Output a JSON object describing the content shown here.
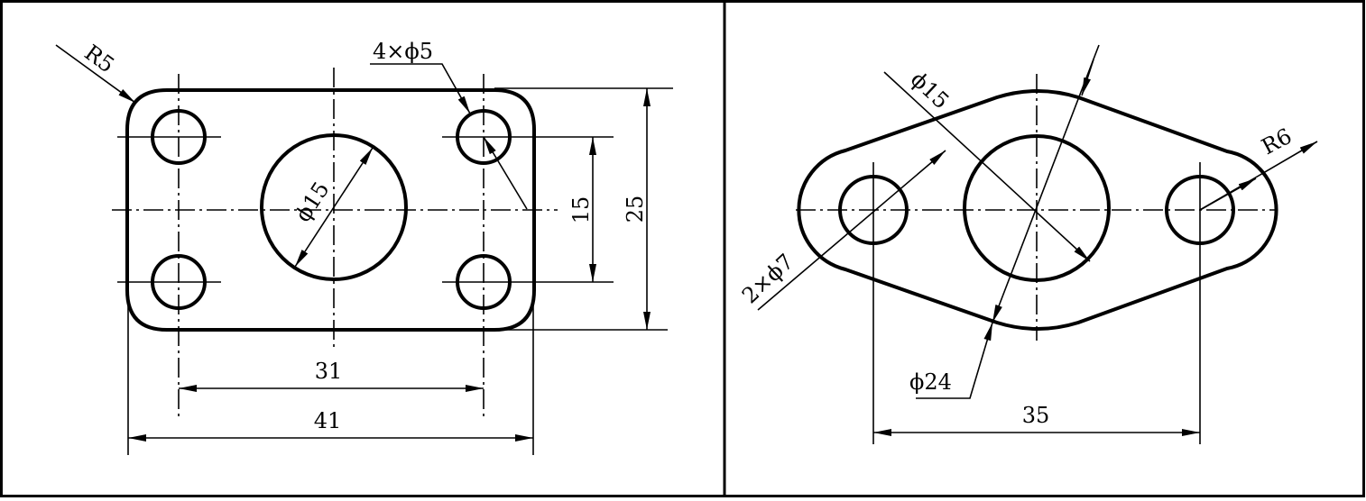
{
  "left_part": {
    "label_r5": "R5",
    "label_holes": "4×ϕ5",
    "label_center_hole": "ϕ15",
    "label_dim_15": "15",
    "label_dim_25": "25",
    "label_dim_31": "31",
    "label_dim_41": "41"
  },
  "right_part": {
    "label_center_hole": "ϕ15",
    "label_r6": "R6",
    "label_holes": "2×ϕ7",
    "label_boss": "ϕ24",
    "label_dim_35": "35"
  }
}
